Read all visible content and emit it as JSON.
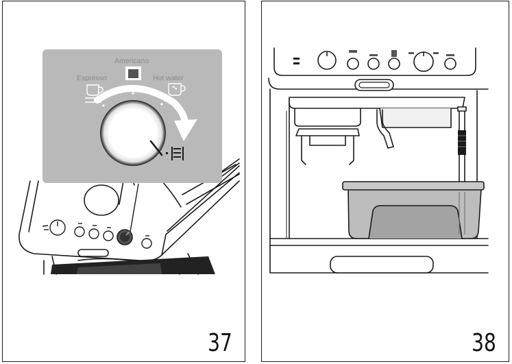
{
  "figures": [
    {
      "number": "37",
      "dial_labels": {
        "espresso": "Espresso",
        "americano": "Americano",
        "hot_water": "Hot water"
      }
    },
    {
      "number": "38"
    }
  ],
  "colors": {
    "overlay_gray": "#b9b9b9",
    "line": "#1a1a1a",
    "panel_fill": "#f4f4f4",
    "drip_tray": "#bdbdbd"
  }
}
